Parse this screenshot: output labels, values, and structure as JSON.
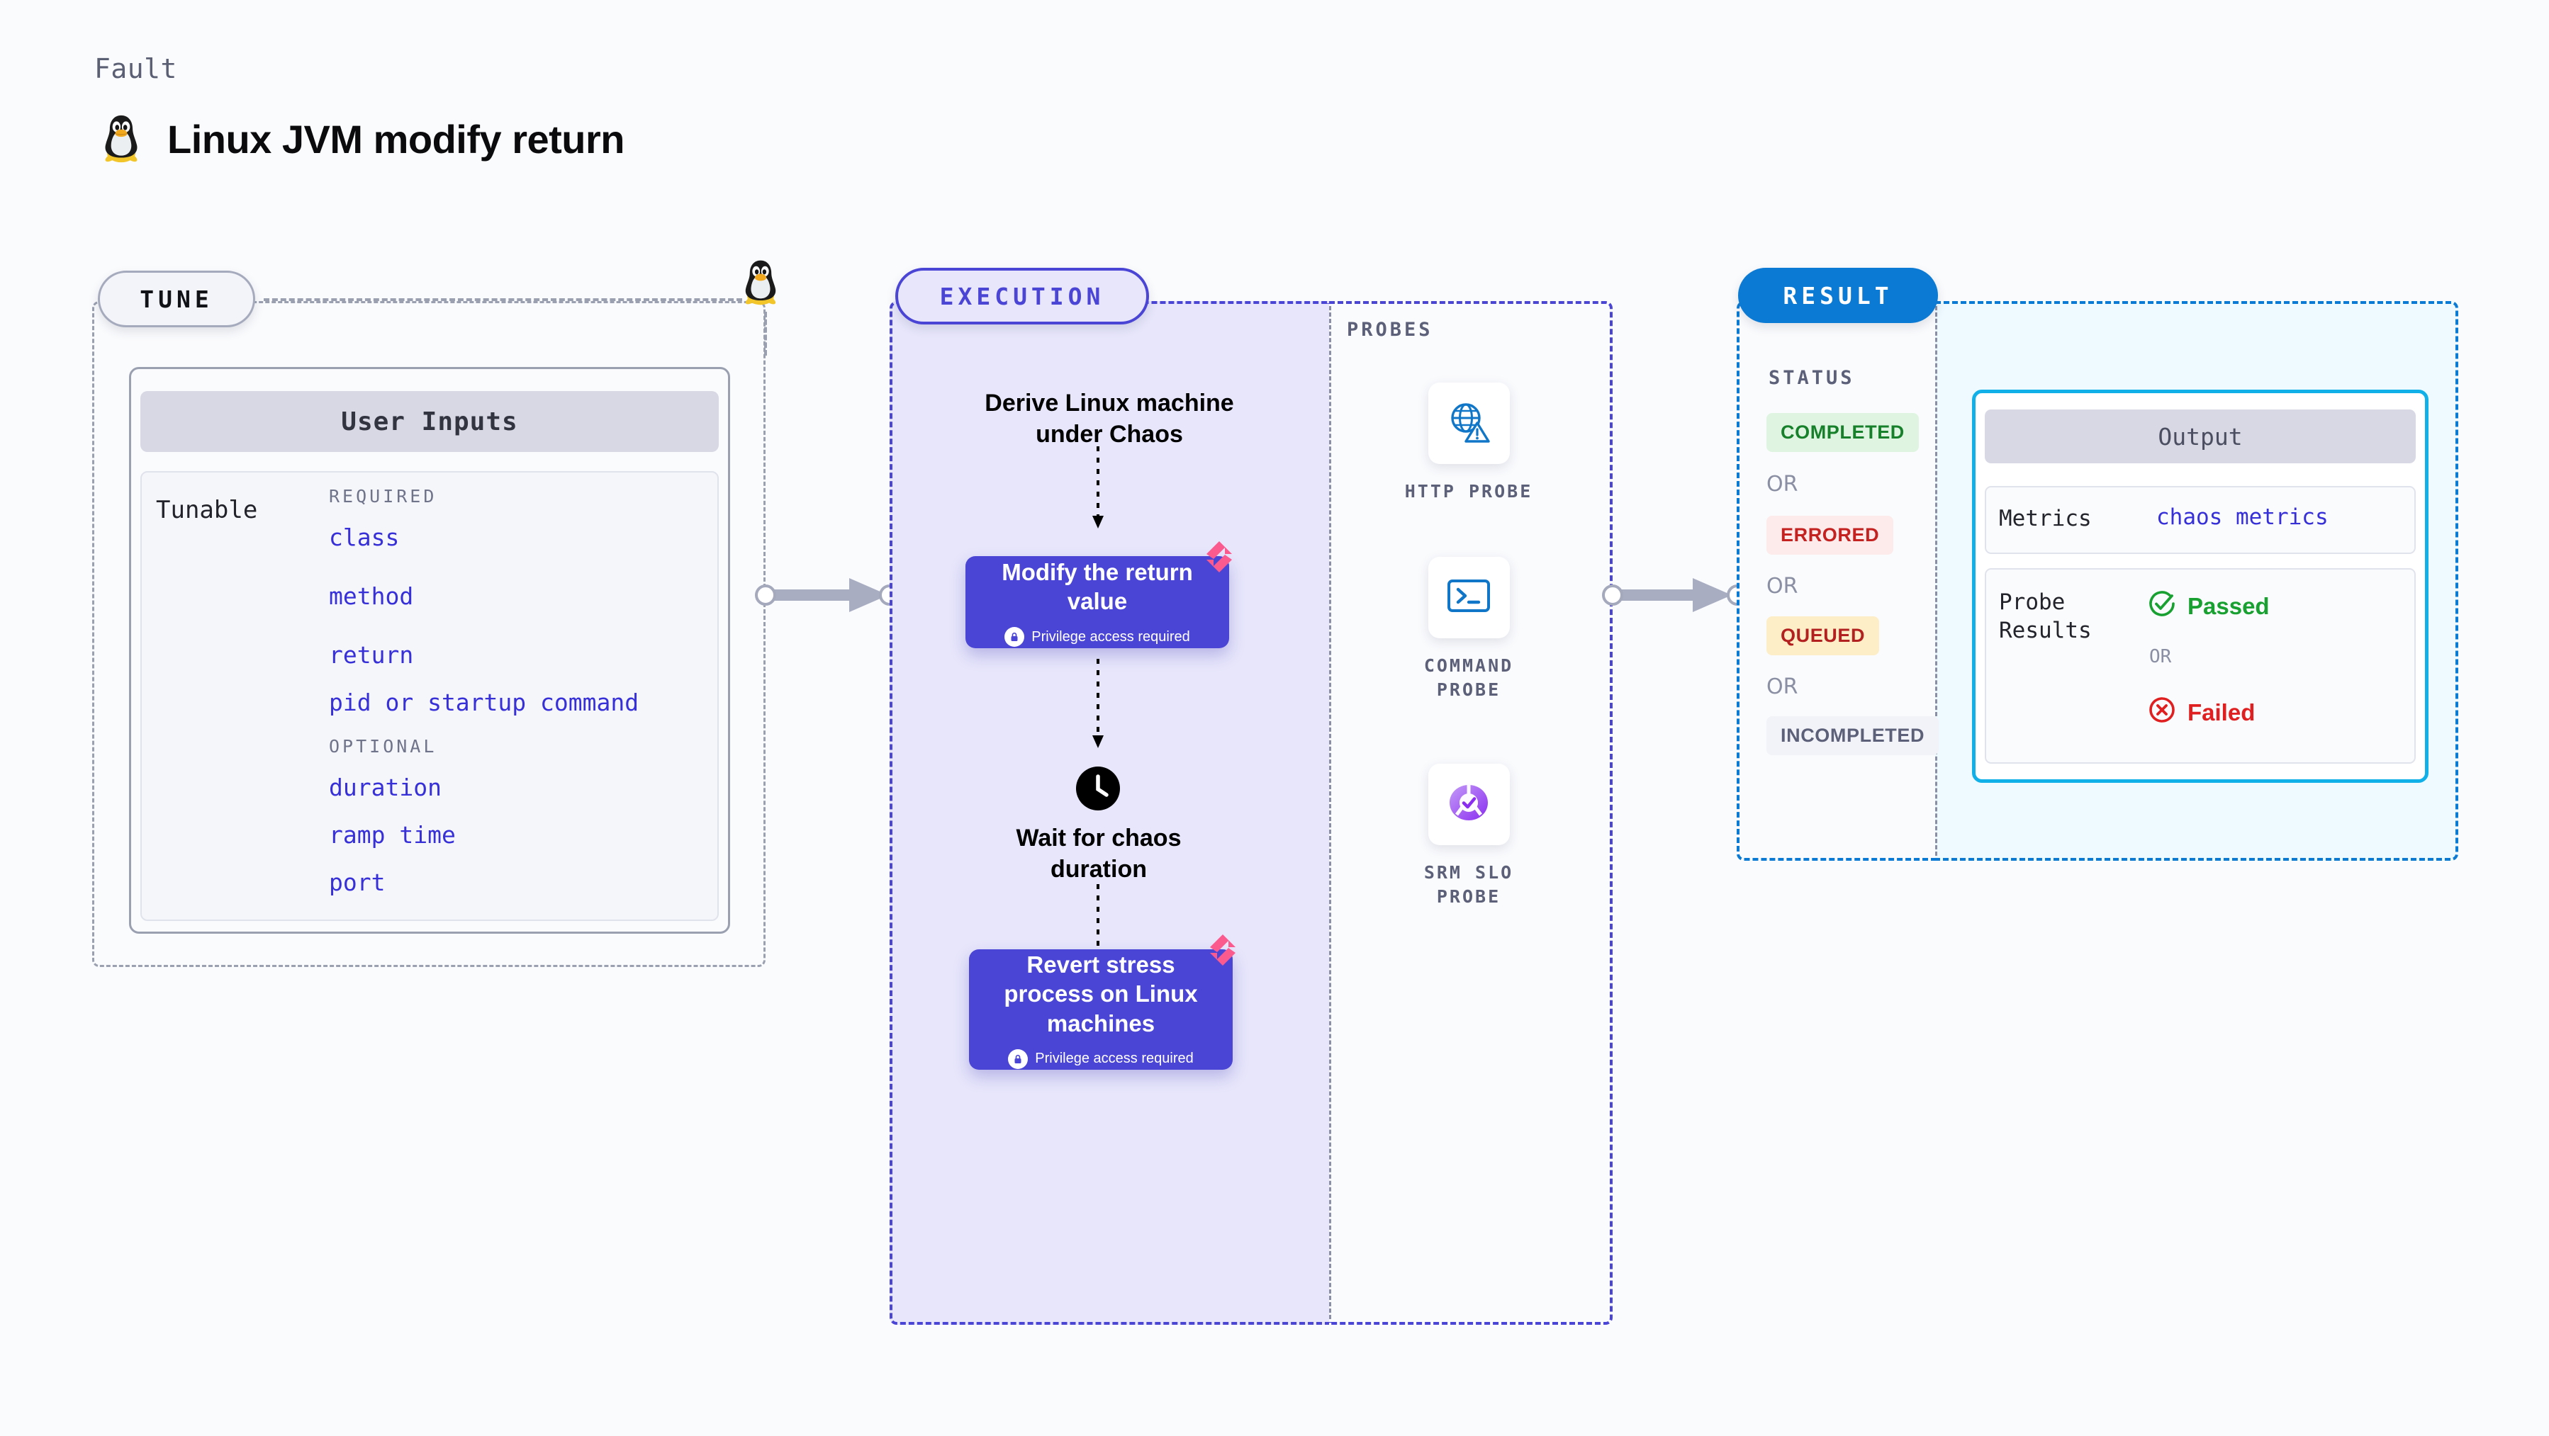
{
  "header": {
    "kicker": "Fault",
    "title": "Linux JVM modify return",
    "icon": "linux-tux-icon"
  },
  "stages": {
    "tune": {
      "label": "TUNE",
      "accent": "#a5aabc"
    },
    "execution": {
      "label": "EXECUTION",
      "accent": "#4b45d6"
    },
    "result": {
      "label": "RESULT",
      "accent": "#0a7ad4"
    }
  },
  "tune": {
    "card_title": "User Inputs",
    "row_label": "Tunable",
    "groups": [
      {
        "title": "REQUIRED",
        "items": [
          "class",
          "method",
          "return",
          "pid or startup command"
        ]
      },
      {
        "title": "OPTIONAL",
        "items": [
          "duration",
          "ramp time",
          "port"
        ]
      }
    ]
  },
  "execution": {
    "steps": [
      {
        "type": "text",
        "label": "Derive Linux machine under Chaos"
      },
      {
        "type": "node",
        "label": "Modify the return value",
        "note": "Privilege access required",
        "icon": "lock-icon",
        "badge": "harness-chaos-logo"
      },
      {
        "type": "wait",
        "label": "Wait for chaos duration",
        "icon": "clock-icon"
      },
      {
        "type": "node",
        "label": "Revert stress process on Linux machines",
        "note": "Privilege access required",
        "icon": "lock-icon",
        "badge": "harness-chaos-logo"
      }
    ]
  },
  "probes": {
    "caption": "PROBES",
    "items": [
      {
        "label": "HTTP PROBE",
        "icon": "globe-alert-icon"
      },
      {
        "label": "COMMAND PROBE",
        "icon": "terminal-icon"
      },
      {
        "label": "SRM SLO PROBE",
        "icon": "srm-slo-icon"
      }
    ]
  },
  "result": {
    "status_caption": "STATUS",
    "or_label": "OR",
    "statuses": [
      {
        "label": "COMPLETED",
        "fg": "#17802a",
        "bg": "#dff5e1"
      },
      {
        "label": "ERRORED",
        "fg": "#c42121",
        "bg": "#fdeaea"
      },
      {
        "label": "QUEUED",
        "fg": "#b32020",
        "bg": "#fdeec8"
      },
      {
        "label": "INCOMPLETED",
        "fg": "#5c6078",
        "bg": "#f2f3f8"
      }
    ],
    "output": {
      "title": "Output",
      "metrics_label": "Metrics",
      "metrics_value": "chaos metrics",
      "probe_results_label": "Probe Results",
      "passed_label": "Passed",
      "failed_label": "Failed",
      "or_label": "OR",
      "passed_color": "#18a030",
      "failed_color": "#e02020"
    }
  },
  "colors": {
    "purple": "#4b45d6",
    "purple_fill": "#e7e6fb",
    "blue": "#0a7ad4",
    "cyan": "#12b0e8",
    "gray": "#9aa0b0",
    "pink": "#fb5a8f"
  }
}
